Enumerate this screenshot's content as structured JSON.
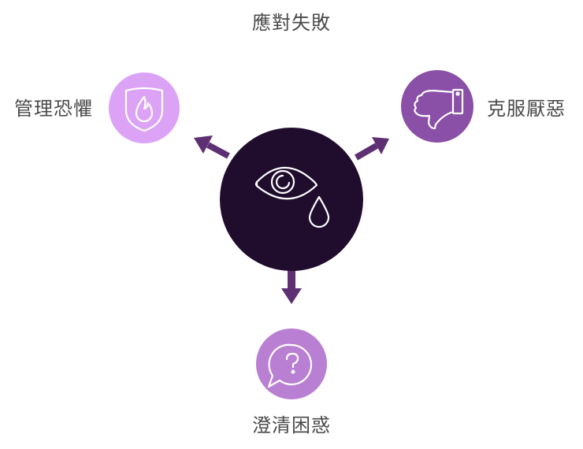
{
  "diagram": {
    "title": "應對失敗",
    "center": {
      "icon": "crying-eye-icon",
      "color": "#200d2e"
    },
    "nodes": [
      {
        "id": "left",
        "label": "管理恐懼",
        "icon": "shield-fire-icon",
        "color": "#dba2f5"
      },
      {
        "id": "right",
        "label": "克服厭惡",
        "icon": "thumbs-down-icon",
        "color": "#8a4fa7"
      },
      {
        "id": "bottom",
        "label": "澄清困惑",
        "icon": "question-bubble-icon",
        "color": "#b97fd2"
      }
    ],
    "arrow_color": "#5e2f73"
  }
}
